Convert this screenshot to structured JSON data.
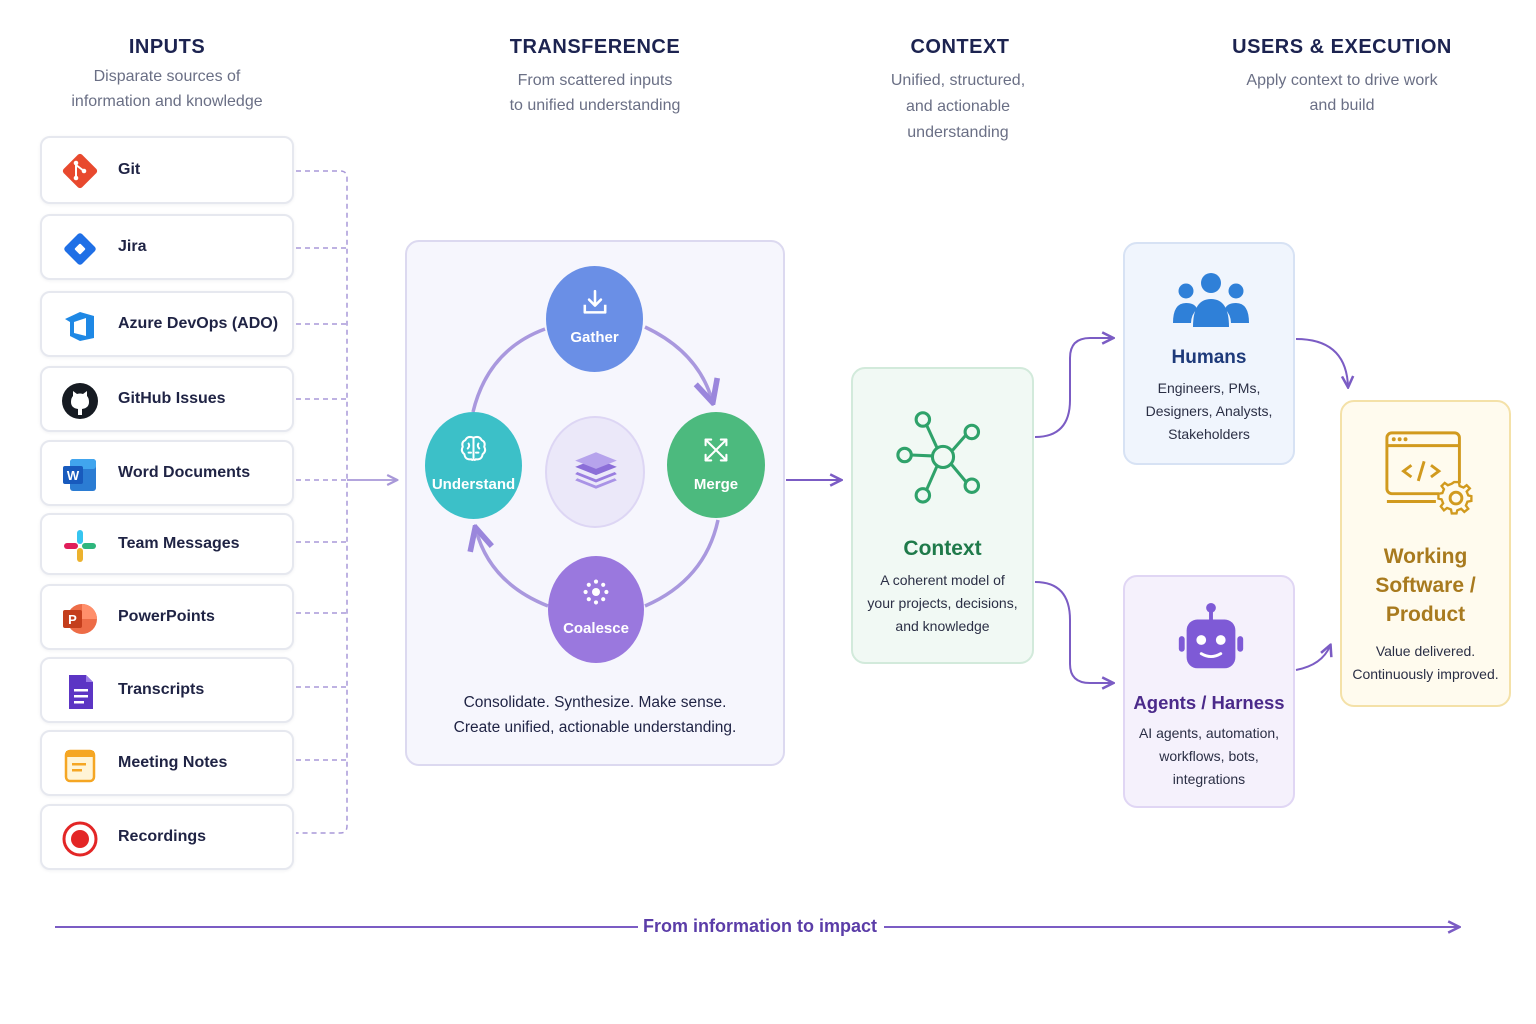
{
  "columns": {
    "inputs": {
      "title": "INPUTS",
      "subtitle_lines": [
        "Disparate sources of",
        "information and knowledge"
      ]
    },
    "transference": {
      "title": "TRANSFERENCE",
      "subtitle_lines": [
        "From scattered inputs",
        "to unified understanding"
      ]
    },
    "context": {
      "title": "CONTEXT",
      "subtitle_lines": [
        "Unified, structured,",
        "and actionable",
        "understanding"
      ]
    },
    "users": {
      "title": "USERS & EXECUTION",
      "subtitle_lines": [
        "Apply context to drive work",
        "and build"
      ]
    }
  },
  "inputs": [
    {
      "label": "Git",
      "icon": "git-icon"
    },
    {
      "label": "Jira",
      "icon": "jira-icon"
    },
    {
      "label": "Azure DevOps (ADO)",
      "icon": "azure-devops-icon"
    },
    {
      "label": "GitHub Issues",
      "icon": "github-icon"
    },
    {
      "label": "Word Documents",
      "icon": "word-icon"
    },
    {
      "label": "Team Messages",
      "icon": "slack-icon"
    },
    {
      "label": "PowerPoints",
      "icon": "powerpoint-icon"
    },
    {
      "label": "Transcripts",
      "icon": "transcript-icon"
    },
    {
      "label": "Meeting Notes",
      "icon": "notes-icon"
    },
    {
      "label": "Recordings",
      "icon": "record-icon"
    }
  ],
  "transference": {
    "steps": [
      {
        "label": "Gather",
        "icon": "download-tray-icon",
        "color": "#6a8fe6"
      },
      {
        "label": "Merge",
        "icon": "merge-arrows-icon",
        "color": "#4cba7e"
      },
      {
        "label": "Coalesce",
        "icon": "dots-burst-icon",
        "color": "#9a78de"
      },
      {
        "label": "Understand",
        "icon": "brain-icon",
        "color": "#3cc0c8"
      }
    ],
    "center_icon": "layers-icon",
    "caption_lines": [
      "Consolidate. Synthesize. Make sense.",
      "Create unified, actionable understanding."
    ]
  },
  "context": {
    "title": "Context",
    "icon": "network-graph-icon",
    "desc_lines": [
      "A coherent model of",
      "your projects, decisions,",
      "and knowledge"
    ]
  },
  "humans": {
    "title": "Humans",
    "icon": "people-icon",
    "desc_lines": [
      "Engineers, PMs,",
      "Designers, Analysts,",
      "Stakeholders"
    ]
  },
  "agents": {
    "title": "Agents / Harness",
    "icon": "robot-icon",
    "desc_lines": [
      "AI agents, automation,",
      "workflows, bots,",
      "integrations"
    ]
  },
  "product": {
    "title_lines": [
      "Working",
      "Software /",
      "Product"
    ],
    "icon": "code-window-gear-icon",
    "desc_lines": [
      "Value delivered.",
      "Continuously improved."
    ]
  },
  "footer": {
    "label": "From information to impact"
  },
  "colors": {
    "accent_purple": "#7b5cc4",
    "context_green": "#1f7a4a",
    "humans_navy": "#1e3a7a",
    "agents_purple": "#4b2a8a",
    "product_gold": "#a87a1e"
  }
}
